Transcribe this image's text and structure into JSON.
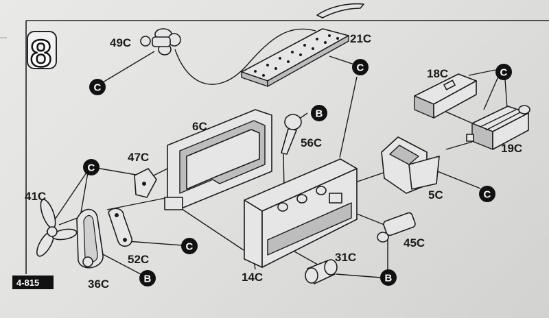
{
  "step": {
    "number": "8"
  },
  "page_code": "4-815",
  "parts": [
    {
      "id": "49C"
    },
    {
      "id": "21C"
    },
    {
      "id": "18C"
    },
    {
      "id": "6C"
    },
    {
      "id": "56C"
    },
    {
      "id": "19C"
    },
    {
      "id": "47C"
    },
    {
      "id": "41C"
    },
    {
      "id": "5C"
    },
    {
      "id": "45C"
    },
    {
      "id": "52C"
    },
    {
      "id": "31C"
    },
    {
      "id": "36C"
    },
    {
      "id": "14C"
    }
  ],
  "badges": [
    {
      "letter": "C"
    },
    {
      "letter": "C"
    },
    {
      "letter": "B"
    },
    {
      "letter": "C"
    },
    {
      "letter": "C"
    },
    {
      "letter": "C"
    },
    {
      "letter": "C"
    },
    {
      "letter": "B"
    },
    {
      "letter": "B"
    }
  ],
  "colors": {
    "ink": "#1a1a1a",
    "paper": "#e6e6e4",
    "badge": "#111111"
  }
}
